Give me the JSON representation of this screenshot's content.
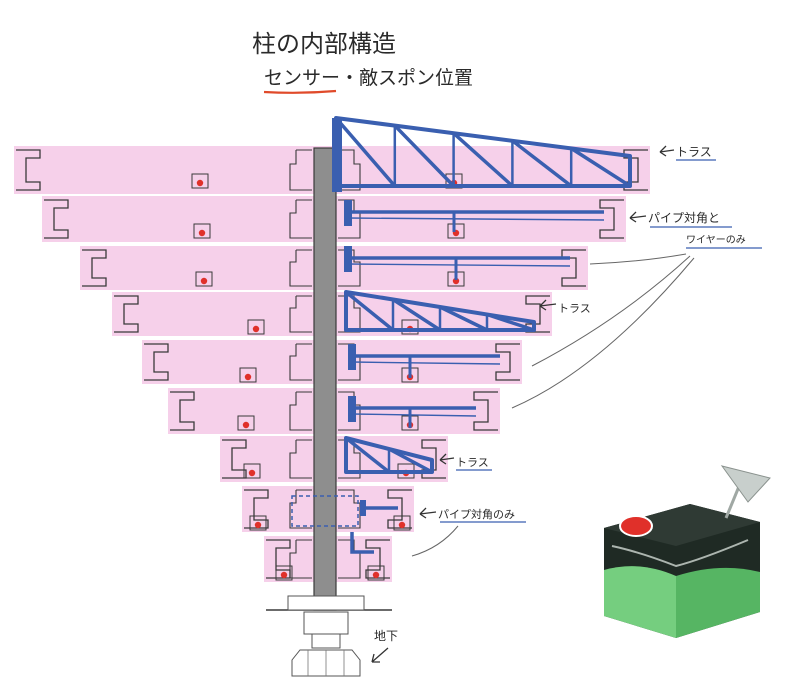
{
  "title": "柱の内部構造",
  "subtitle": "センサー・敵スポン位置",
  "colors": {
    "floor_fill": "#f4c8e6",
    "floor_outline": "#3a3a3a",
    "column": "#8e8e8e",
    "steel": "#3a5fb0",
    "sensor": "#e0302a",
    "underline": "#e04a2a",
    "device_green": "#7ee08a",
    "device_dark": "#1f2a24"
  },
  "labels": {
    "truss_top": "トラス",
    "pipe_brace_wire": "パイプ対角と",
    "wire_only": "ワイヤーのみ",
    "truss_mid": "トラス",
    "truss_low": "トラス",
    "pipe_brace_only": "パイプ対角のみ",
    "underground": "地下"
  },
  "icons": {
    "arrow": "arrow-icon",
    "sensor": "sensor-dot-icon",
    "device": "spawn-device-icon"
  }
}
